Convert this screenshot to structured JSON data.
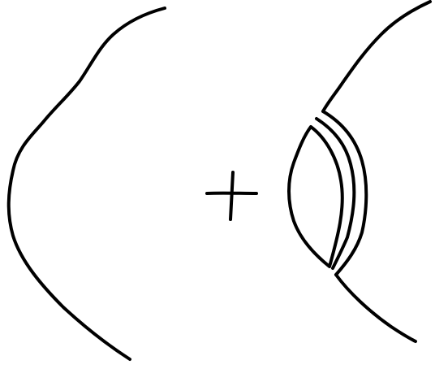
{
  "figure": {
    "background": "#ffffff",
    "ink_color": "#000000",
    "style": "hand-drawn line sketch",
    "elements": [
      {
        "name": "left-arc",
        "shape": "open curve bulging left"
      },
      {
        "name": "plus-sign",
        "shape": "plus"
      },
      {
        "name": "right-outer-arc",
        "shape": "open curve with notch"
      },
      {
        "name": "right-lens",
        "shape": "lens / leaf shape"
      }
    ]
  }
}
